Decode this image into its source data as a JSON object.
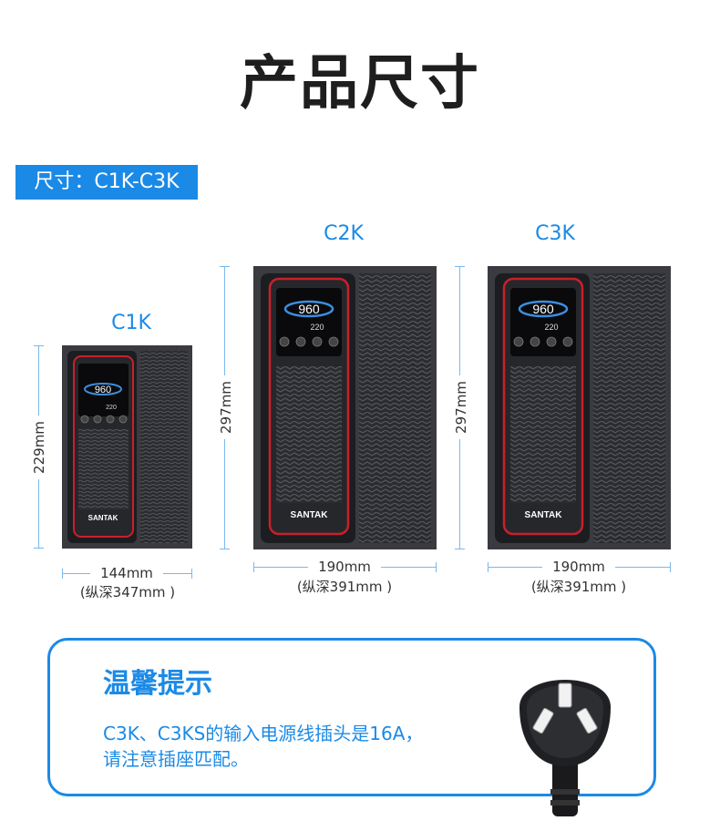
{
  "header": {
    "title": "产品尺寸"
  },
  "size_badge": "尺寸：C1K-C3K",
  "models": [
    {
      "name": "C1K",
      "height": "229mm",
      "width": "144mm",
      "depth": "(纵深347mm )",
      "brand": "SANTAK",
      "display": {
        "main": "960",
        "sub": "220"
      }
    },
    {
      "name": "C2K",
      "height": "297mm",
      "width": "190mm",
      "depth": "(纵深391mm )",
      "brand": "SANTAK",
      "display": {
        "main": "960",
        "sub": "220"
      }
    },
    {
      "name": "C3K",
      "height": "297mm",
      "width": "190mm",
      "depth": "(纵深391mm )",
      "brand": "SANTAK",
      "display": {
        "main": "960",
        "sub": "220"
      }
    }
  ],
  "tip": {
    "title": "温馨提示",
    "line1": "C3K、C3KS的输入电源线插头是16A，",
    "line2": "请注意插座匹配。"
  },
  "colors": {
    "accent": "#1b8ae6",
    "ups_body": "#2b2c30",
    "ups_trim": "#c8202b"
  },
  "icons": [
    "power-plug-icon"
  ]
}
